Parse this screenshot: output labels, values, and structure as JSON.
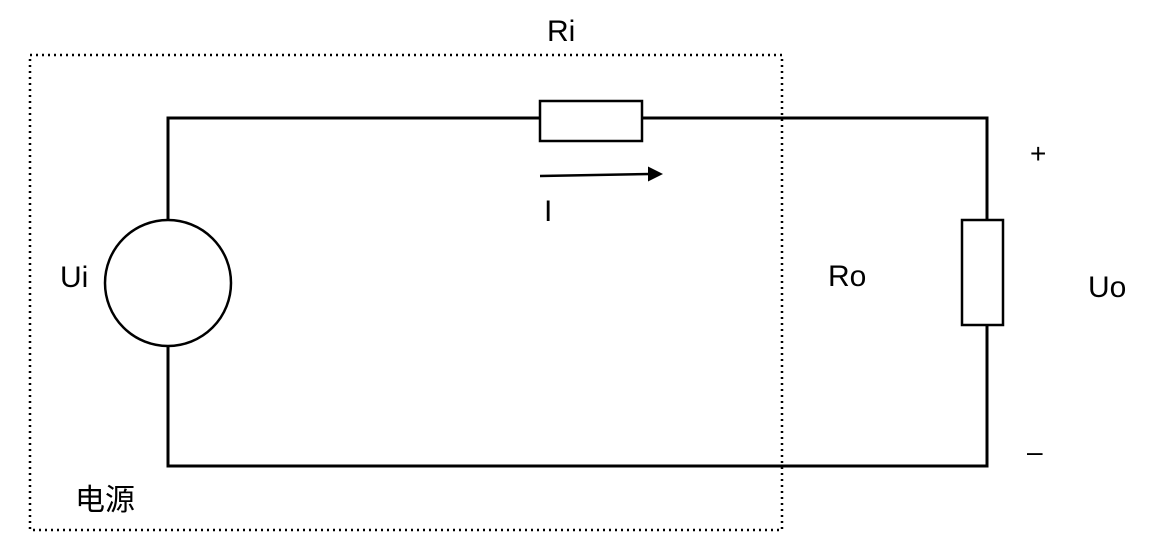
{
  "labels": {
    "ri": "Ri",
    "current": "I",
    "ui": "Ui",
    "ro": "Ro",
    "uo": "Uo",
    "plus": "+",
    "minus": "–",
    "power_source": "电源"
  },
  "colors": {
    "line": "#000000",
    "background": "#ffffff"
  }
}
